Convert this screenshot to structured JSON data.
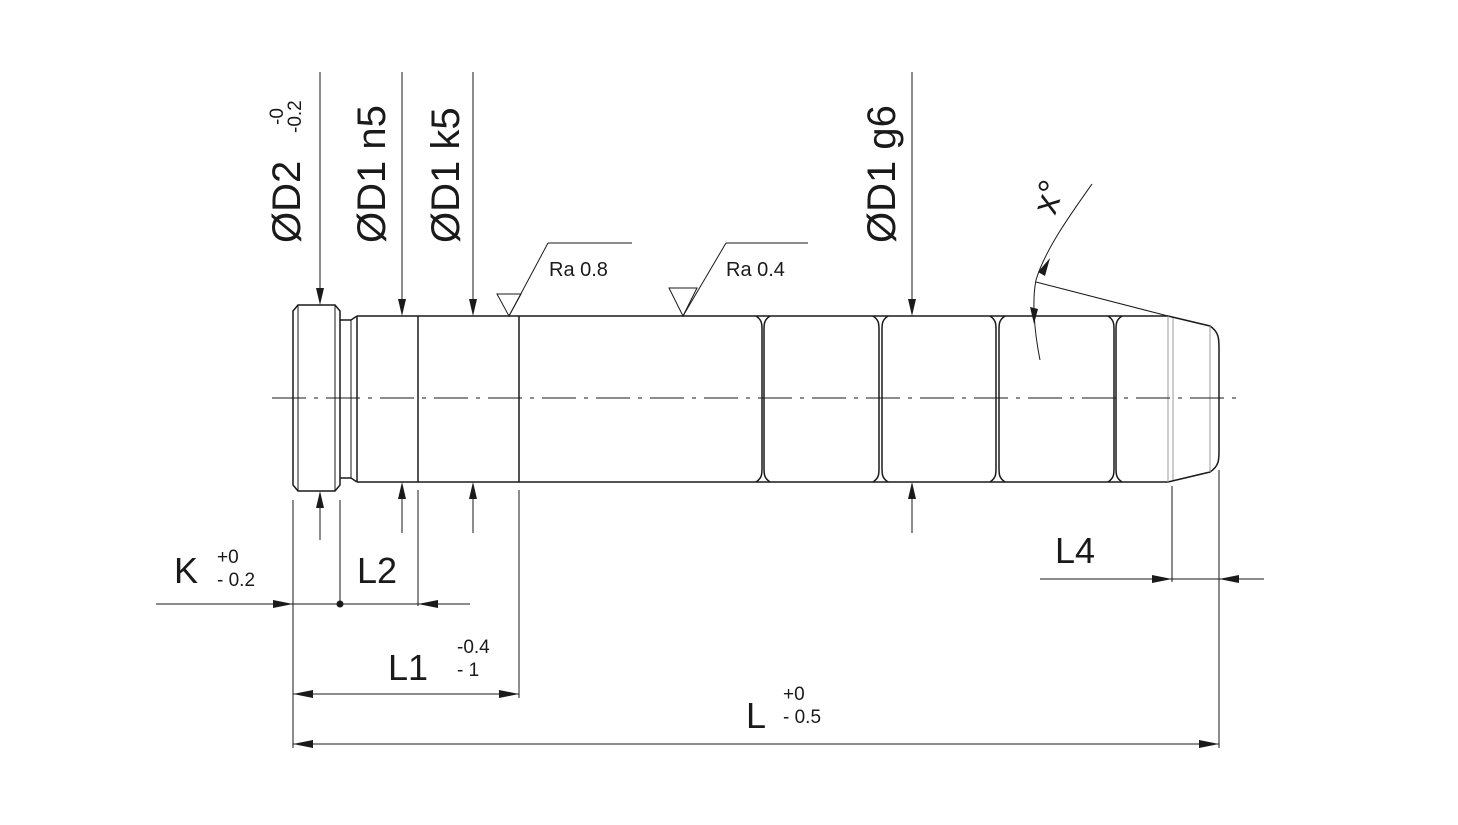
{
  "colors": {
    "line": "#1a1a1a",
    "construction": "#9a9a9a",
    "background": "#ffffff"
  },
  "labels": {
    "d2": {
      "text": "ØD2",
      "tol_upper": "-0",
      "tol_lower": "-0.2"
    },
    "d1_n5": "ØD1 n5",
    "d1_k5": "ØD1 k5",
    "d1_g6": "ØD1 g6",
    "angle": "x°",
    "ra_08": "Ra 0.8",
    "ra_04": "Ra 0.4",
    "k": {
      "text": "K",
      "tol_upper": "+0",
      "tol_lower": "- 0.2"
    },
    "l2": "L2",
    "l1": {
      "text": "L1",
      "tol_upper": "-0.4",
      "tol_lower": "- 1"
    },
    "l": {
      "text": "L",
      "tol_upper": "+0",
      "tol_lower": "- 0.5"
    },
    "l4": "L4"
  }
}
